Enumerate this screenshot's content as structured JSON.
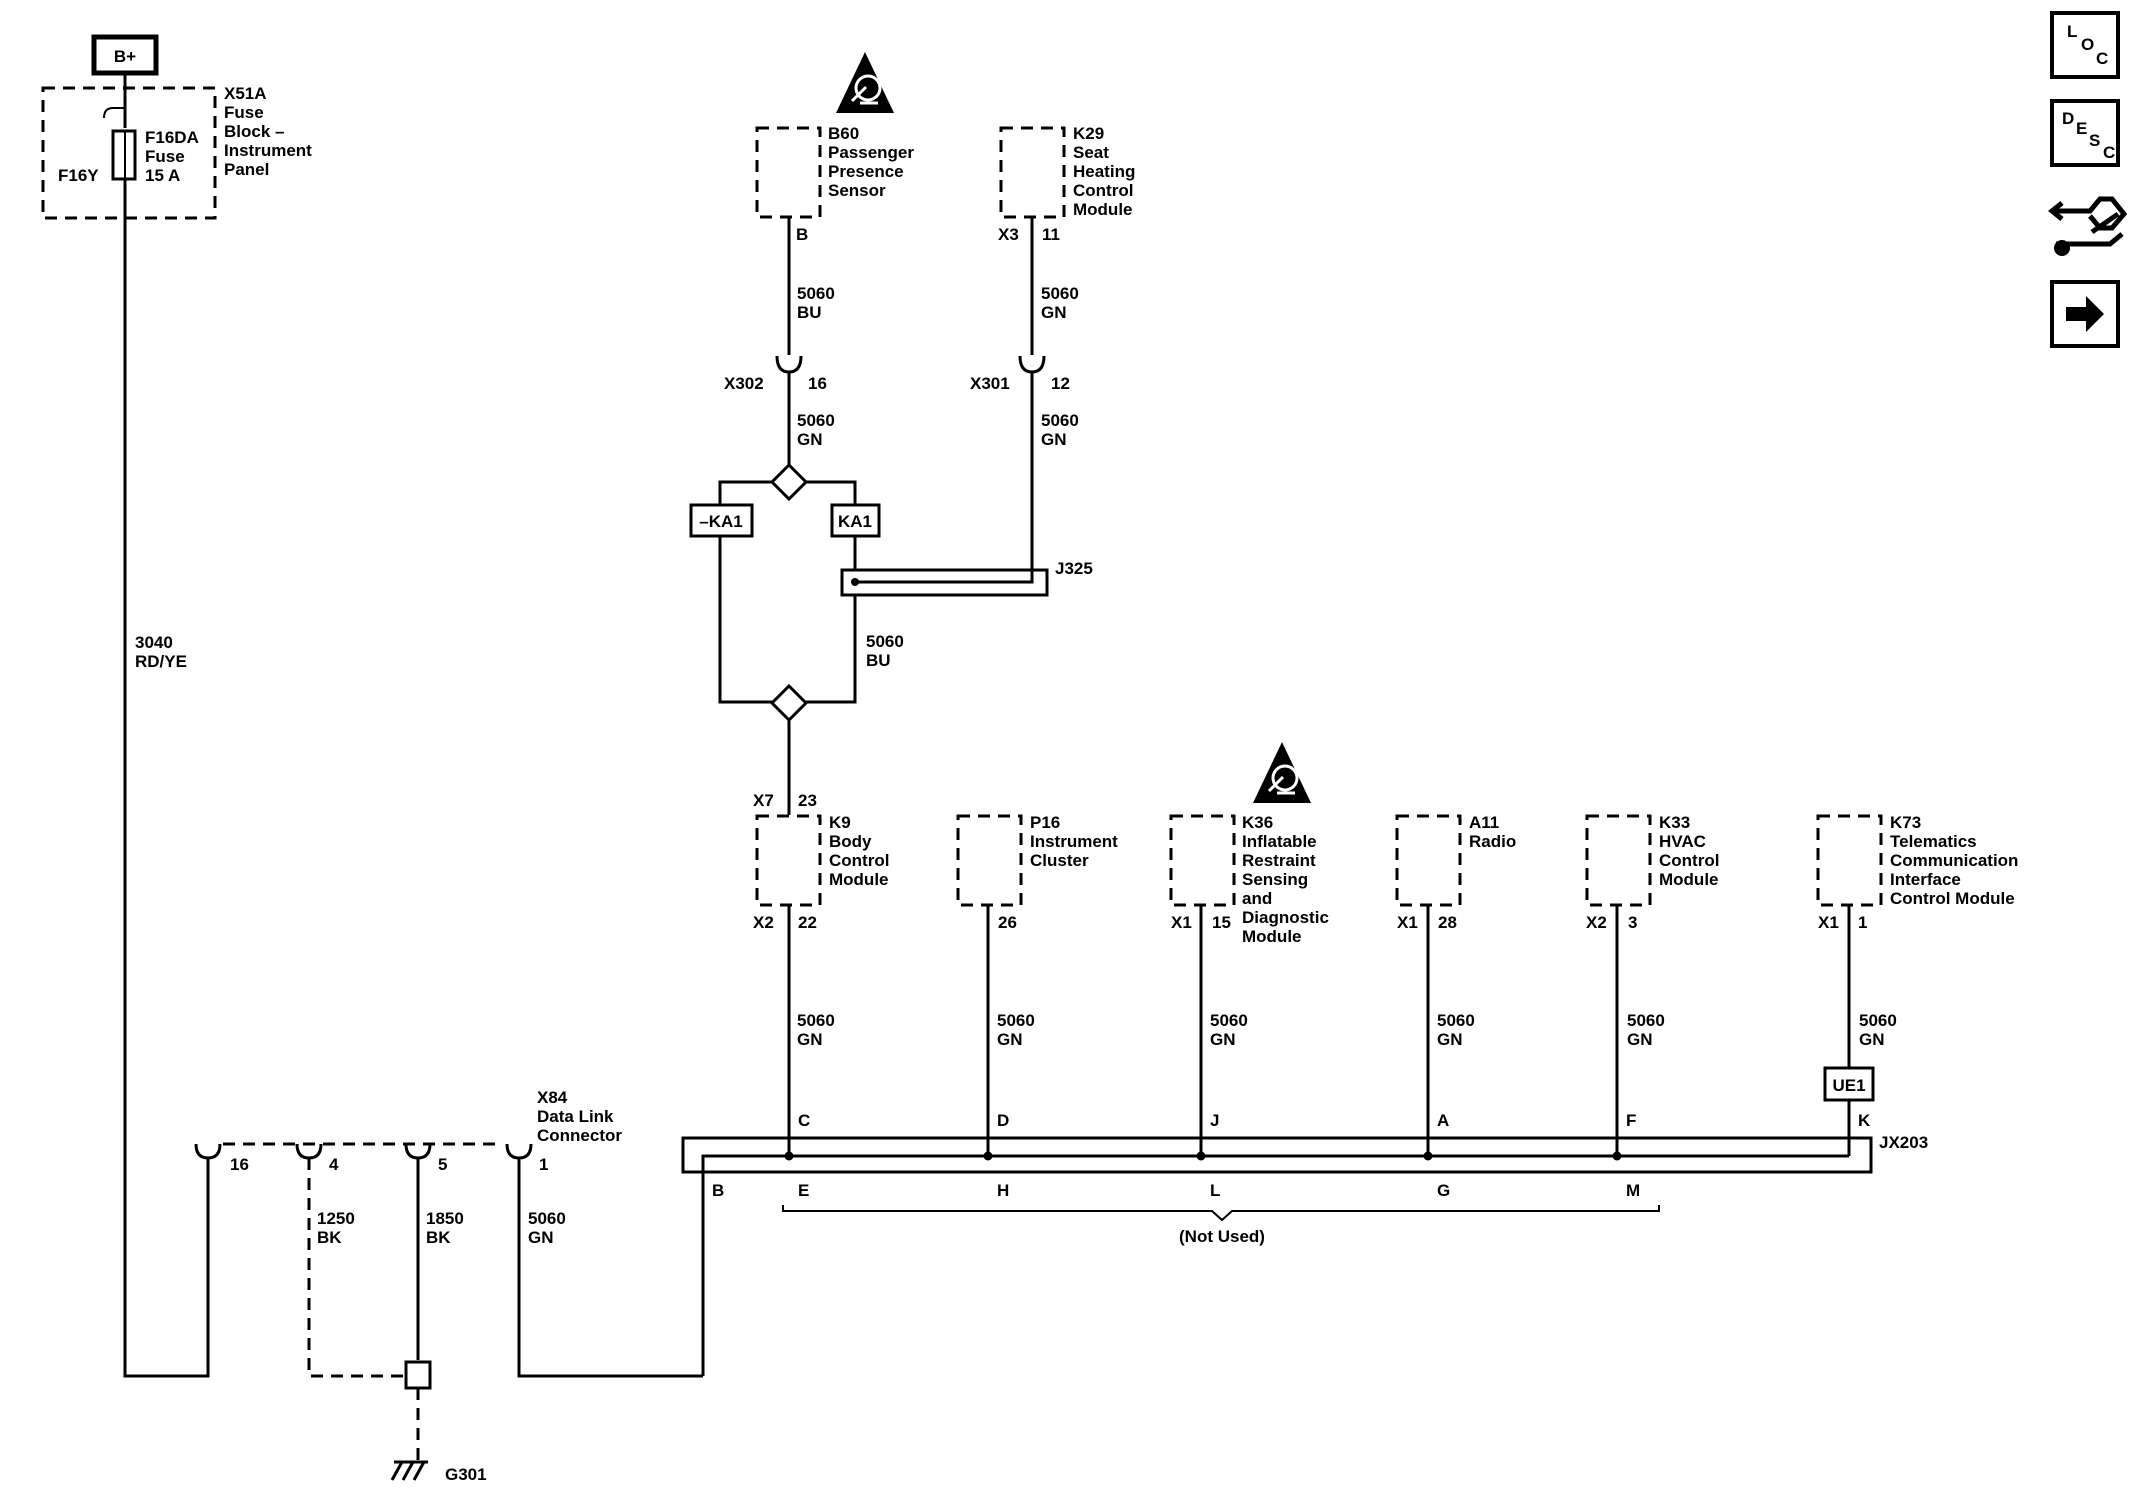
{
  "power": {
    "label": "B+"
  },
  "fuse_block": {
    "title": [
      "X51A",
      "Fuse",
      "Block –",
      "Instrument",
      "Panel"
    ],
    "fuse": [
      "F16DA",
      "Fuse",
      "15 A"
    ],
    "fuse_pin": "F16Y"
  },
  "wire_main": {
    "circuit": "3040",
    "color": "RD/YE"
  },
  "b60": {
    "title": [
      "B60",
      "Passenger",
      "Presence",
      "Sensor"
    ],
    "pin": "B",
    "wire_circuit": "5060",
    "wire_color": "BU"
  },
  "k29": {
    "title": [
      "K29",
      "Seat",
      "Heating",
      "Control",
      "Module"
    ],
    "connector": "X3",
    "pin": "11",
    "wire_circuit": "5060",
    "wire_color": "GN"
  },
  "x302": {
    "label": "X302",
    "pin": "16",
    "wire_circuit": "5060",
    "wire_color": "GN"
  },
  "x301": {
    "label": "X301",
    "pin": "12",
    "wire_circuit": "5060",
    "wire_color": "GN"
  },
  "options": {
    "left": "–KA1",
    "right": "KA1"
  },
  "j325": {
    "label": "J325"
  },
  "branch_wire": {
    "circuit": "5060",
    "color": "BU"
  },
  "k9": {
    "title": [
      "K9",
      "Body",
      "Control",
      "Module"
    ],
    "top_connector": "X7",
    "top_pin": "23",
    "bottom_connector": "X2",
    "bottom_pin": "22",
    "wire_circuit": "5060",
    "wire_color": "GN"
  },
  "p16": {
    "title": [
      "P16",
      "Instrument",
      "Cluster"
    ],
    "pin": "26",
    "wire_circuit": "5060",
    "wire_color": "GN"
  },
  "k36": {
    "title": [
      "K36",
      "Inflatable",
      "Restraint",
      "Sensing",
      "and",
      "Diagnostic",
      "Module"
    ],
    "connector": "X1",
    "pin": "15",
    "wire_circuit": "5060",
    "wire_color": "GN"
  },
  "a11": {
    "title": [
      "A11",
      "Radio"
    ],
    "connector": "X1",
    "pin": "28",
    "wire_circuit": "5060",
    "wire_color": "GN"
  },
  "k33": {
    "title": [
      "K33",
      "HVAC",
      "Control",
      "Module"
    ],
    "connector": "X2",
    "pin": "3",
    "wire_circuit": "5060",
    "wire_color": "GN"
  },
  "k73": {
    "title": [
      "K73",
      "Telematics",
      "Communication",
      "Interface",
      "Control Module"
    ],
    "connector": "X1",
    "pin": "1",
    "wire_circuit": "5060",
    "wire_color": "GN",
    "option": "UE1"
  },
  "jx203": {
    "label": "JX203",
    "top_pins": [
      "C",
      "D",
      "J",
      "A",
      "F",
      "K"
    ],
    "bottom_pins": [
      "B",
      "E",
      "H",
      "L",
      "G",
      "M"
    ],
    "not_used": "(Not Used)"
  },
  "x84": {
    "title": [
      "X84",
      "Data Link",
      "Connector"
    ],
    "pins": [
      "16",
      "4",
      "5",
      "1"
    ],
    "wire_4": {
      "circuit": "1250",
      "color": "BK"
    },
    "wire_5": {
      "circuit": "1850",
      "color": "BK"
    },
    "wire_1": {
      "circuit": "5060",
      "color": "GN"
    }
  },
  "ground": {
    "label": "G301"
  },
  "sidebar": {
    "loc": [
      "L",
      "O",
      "C"
    ],
    "desc": [
      "D",
      "E",
      "S",
      "C"
    ],
    "connector_icon": "connector-tool-icon",
    "next_icon": "arrow-right-icon"
  }
}
